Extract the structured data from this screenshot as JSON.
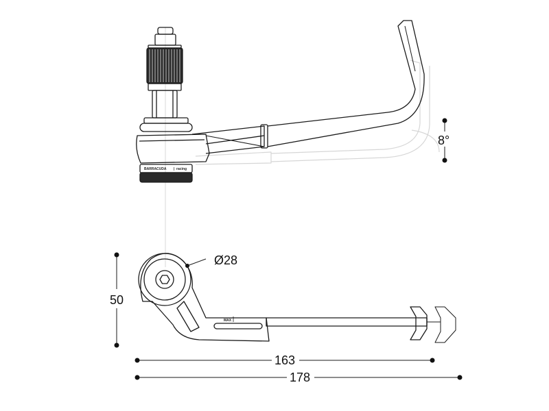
{
  "dimensions": {
    "angle": "8°",
    "diameter": "Ø28",
    "height": "50",
    "length_short": "163",
    "length_long": "178"
  },
  "brand": {
    "name": "BARRACUDA",
    "separator": "|",
    "suffix": "racing"
  },
  "markings": {
    "max": "MAX"
  },
  "colors": {
    "line": "#1a1a1a",
    "ghost": "#d6d6d6",
    "background": "#ffffff"
  }
}
